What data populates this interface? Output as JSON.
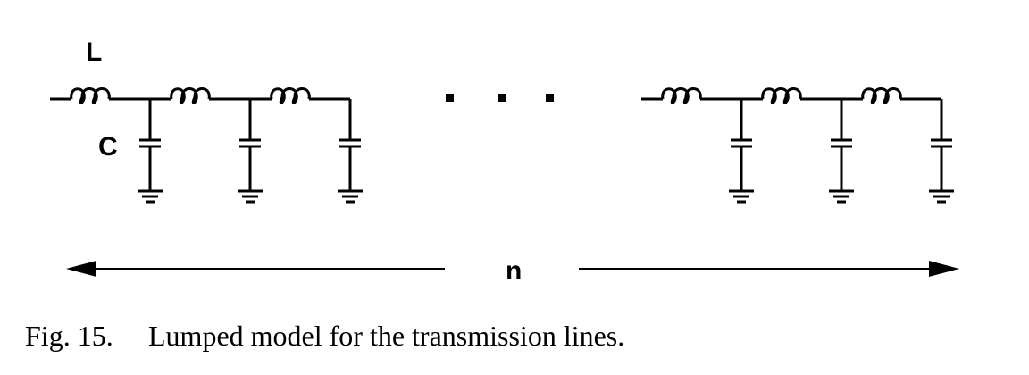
{
  "diagram": {
    "inductor_label": "L",
    "capacitor_label": "C",
    "span_label": "n",
    "ellipsis": "• • •",
    "left_section_count": 3,
    "right_section_count": 3,
    "line_color": "#000000"
  },
  "caption": {
    "figure_number": "Fig. 15.",
    "text": "Lumped model for the transmission lines."
  }
}
